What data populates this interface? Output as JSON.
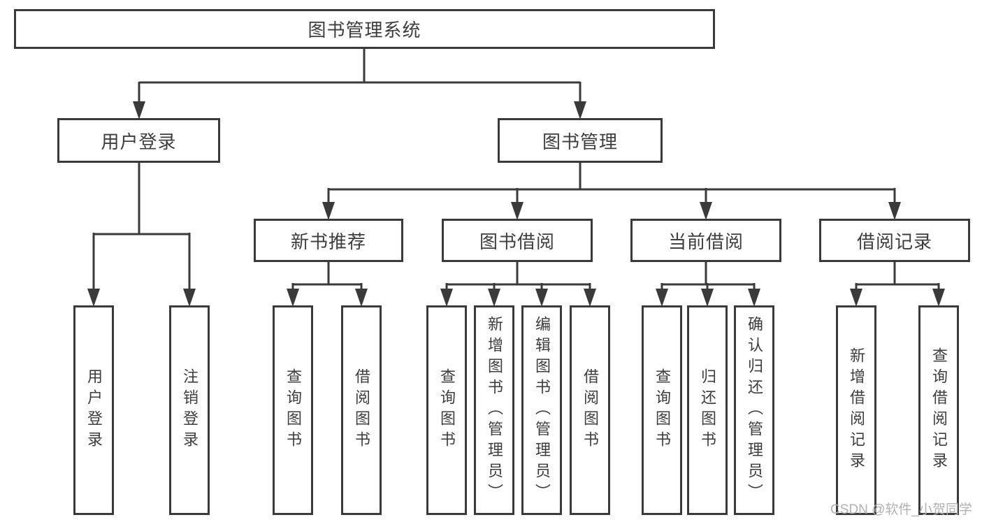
{
  "diagram": {
    "root": {
      "label": "图书管理系统"
    },
    "level2": [
      {
        "label": "用户登录"
      },
      {
        "label": "图书管理"
      }
    ],
    "level3": [
      {
        "label": "新书推荐"
      },
      {
        "label": "图书借阅"
      },
      {
        "label": "当前借阅"
      },
      {
        "label": "借阅记录"
      }
    ],
    "leaves": [
      {
        "label": "用户登录"
      },
      {
        "label": "注销登录"
      },
      {
        "label": "查询图书"
      },
      {
        "label": "借阅图书"
      },
      {
        "label": "查询图书"
      },
      {
        "label": "新增图书（管理员）"
      },
      {
        "label": "编辑图书（管理员）"
      },
      {
        "label": "借阅图书"
      },
      {
        "label": "查询图书"
      },
      {
        "label": "归还图书"
      },
      {
        "label": "确认归还（管理员）"
      },
      {
        "label": "新增借阅记录"
      },
      {
        "label": "查询借阅记录"
      }
    ]
  },
  "watermark": {
    "text": "CSDN @软件_小贺同学"
  },
  "colors": {
    "line": "#3a3a3a",
    "text": "#3d3d3d",
    "watermark": "#b3b0b0",
    "background": "#ffffff"
  }
}
